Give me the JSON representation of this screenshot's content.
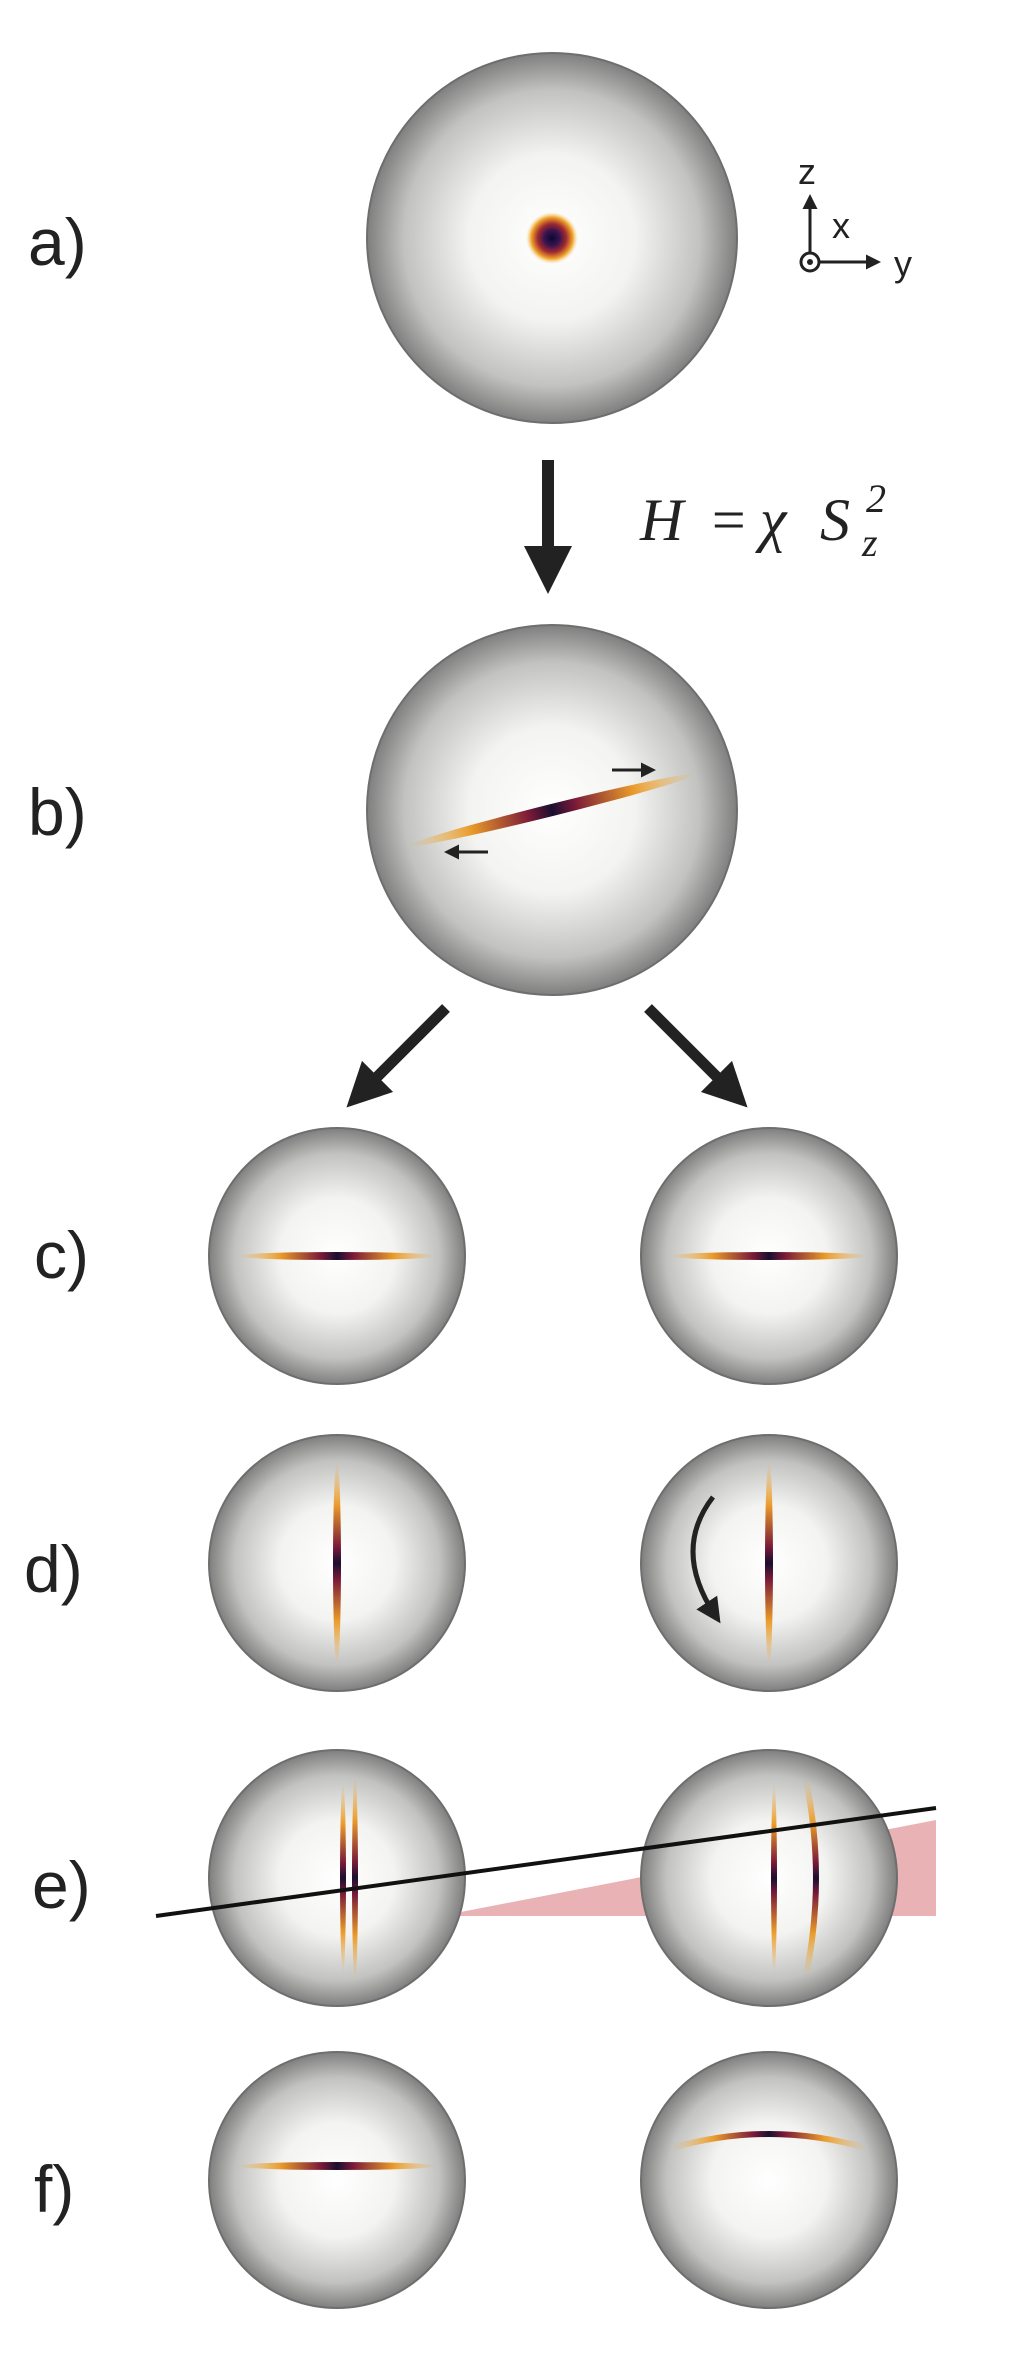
{
  "panels": [
    {
      "label": "a)"
    },
    {
      "label": "b)"
    },
    {
      "label": "c)"
    },
    {
      "label": "d)"
    },
    {
      "label": "e)"
    },
    {
      "label": "f)"
    }
  ],
  "axes": {
    "z": "z",
    "x": "x",
    "y": "y"
  },
  "hamiltonian": {
    "H": "H",
    "eq": "=",
    "chi": "χ",
    "S": "S",
    "power": "2",
    "sub": "z"
  },
  "colors": {
    "sphere_center": "#ffffff",
    "sphere_edge": "#8c8c8c",
    "state_core": "#1a0f3a",
    "state_mid": "#8a1c3a",
    "state_outer": "#f0a020",
    "arrow": "#222222",
    "wedge": "#e9b3b5"
  }
}
